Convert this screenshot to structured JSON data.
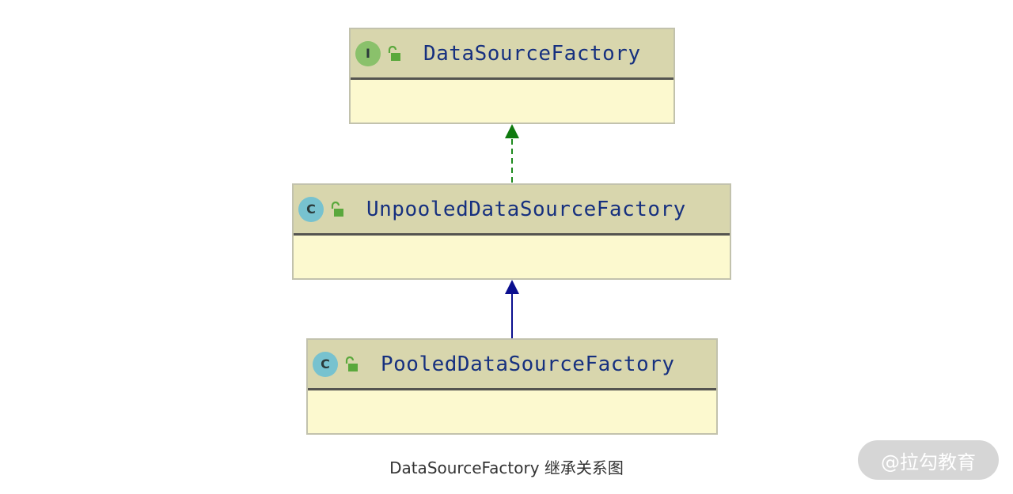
{
  "diagram": {
    "nodes": [
      {
        "kind_letter": "I",
        "kind": "interface",
        "name": "DataSourceFactory"
      },
      {
        "kind_letter": "C",
        "kind": "class",
        "name": "UnpooledDataSourceFactory"
      },
      {
        "kind_letter": "C",
        "kind": "class",
        "name": "PooledDataSourceFactory"
      }
    ],
    "edges": [
      {
        "from": "UnpooledDataSourceFactory",
        "to": "DataSourceFactory",
        "style": "dashed",
        "color": "#1e8a1e"
      },
      {
        "from": "PooledDataSourceFactory",
        "to": "UnpooledDataSourceFactory",
        "style": "solid",
        "color": "#0b0f8f"
      }
    ],
    "caption": "DataSourceFactory 继承关系图"
  },
  "watermark": "@拉勾教育",
  "colors": {
    "header_bg": "#d8d6ad",
    "body_bg": "#fcf9cf",
    "name_text": "#16307f",
    "interface_badge": "#8ac16b",
    "class_badge": "#77c2cf",
    "lock_icon": "#5aa83c"
  }
}
